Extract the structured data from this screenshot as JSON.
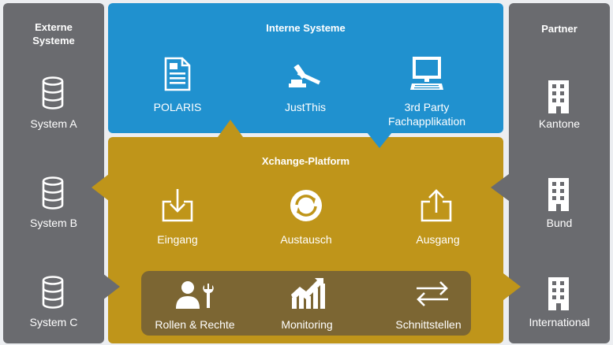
{
  "external": {
    "title": "Externe Systeme",
    "title_line1": "Externe",
    "title_line2": "Systeme",
    "items": [
      {
        "label": "System A",
        "icon": "database-icon"
      },
      {
        "label": "System B",
        "icon": "database-icon"
      },
      {
        "label": "System C",
        "icon": "database-icon"
      }
    ]
  },
  "partner": {
    "title": "Partner",
    "items": [
      {
        "label": "Kantone",
        "icon": "building-icon"
      },
      {
        "label": "Bund",
        "icon": "building-icon"
      },
      {
        "label": "International",
        "icon": "building-icon"
      }
    ]
  },
  "internal": {
    "title": "Interne Systeme",
    "items": [
      {
        "label": "POLARIS",
        "icon": "document-icon"
      },
      {
        "label": "JustThis",
        "icon": "gavel-icon"
      },
      {
        "label": "3rd Party Fachapplikation",
        "line1": "3rd Party",
        "line2": "Fachapplikation",
        "icon": "computer-icon"
      }
    ]
  },
  "platform": {
    "title": "Xchange-Platform",
    "items": [
      {
        "label": "Eingang",
        "icon": "import-icon"
      },
      {
        "label": "Austausch",
        "icon": "exchange-icon"
      },
      {
        "label": "Ausgang",
        "icon": "export-icon"
      }
    ],
    "services": [
      {
        "label": "Rollen & Rechte",
        "icon": "user-wrench-icon"
      },
      {
        "label": "Monitoring",
        "icon": "chart-icon"
      },
      {
        "label": "Schnittstellen",
        "icon": "arrows-swap-icon"
      }
    ]
  },
  "colors": {
    "side": "#6a6b6f",
    "internal": "#2091cf",
    "platform": "#bf951a",
    "services": "#7c6633",
    "background": "#eceef1"
  }
}
